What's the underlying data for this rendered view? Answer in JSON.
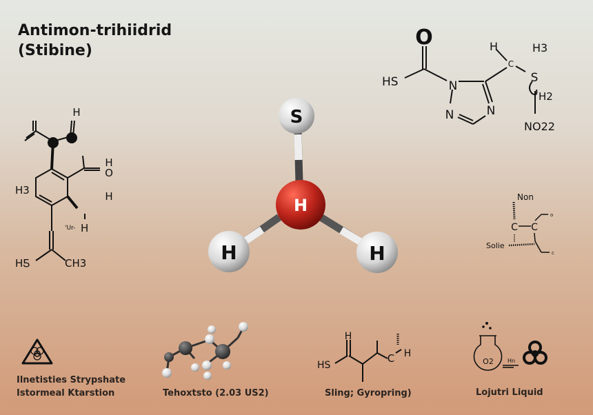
{
  "title": {
    "line1": "Antimon-trihiidrid",
    "line2": "(Stibine)"
  },
  "center_molecule": {
    "top_atom": "S",
    "center_atom": "H",
    "left_atom": "H",
    "right_atom": "H",
    "center_color": "#c0261c"
  },
  "left_structure": {
    "labels": [
      "H",
      "H",
      "O",
      "H",
      "H3",
      "H",
      "'Ur-",
      "H",
      "HƼ",
      "CH3"
    ]
  },
  "top_right_structure": {
    "labels": [
      "O",
      "HS",
      "N",
      "N",
      "N",
      "H",
      "C",
      "H3",
      "S",
      "H2",
      "NO22"
    ]
  },
  "mid_right_structure": {
    "labels": [
      "Non",
      "C",
      "C",
      "Solie",
      "o",
      "c"
    ]
  },
  "bottom_items": [
    {
      "icon": "biohazard-warning-icon",
      "caption_line1": "Ilnetisties Strypshate",
      "caption_line2": "Istormeal Ktarstion"
    },
    {
      "icon": "ball-and-stick-molecule-icon",
      "caption_line1": "Tehoxtsto (2.03 US2)"
    },
    {
      "icon": "skeletal-formula-icon",
      "caption_line1": "Sling; Gyropring)",
      "labels": [
        "H",
        "HS",
        "C",
        "H"
      ]
    },
    {
      "icon": "flask-biohazard-icon",
      "caption_line1": "Lojutri Liquid",
      "labels": [
        "O2",
        "Hn"
      ]
    }
  ]
}
